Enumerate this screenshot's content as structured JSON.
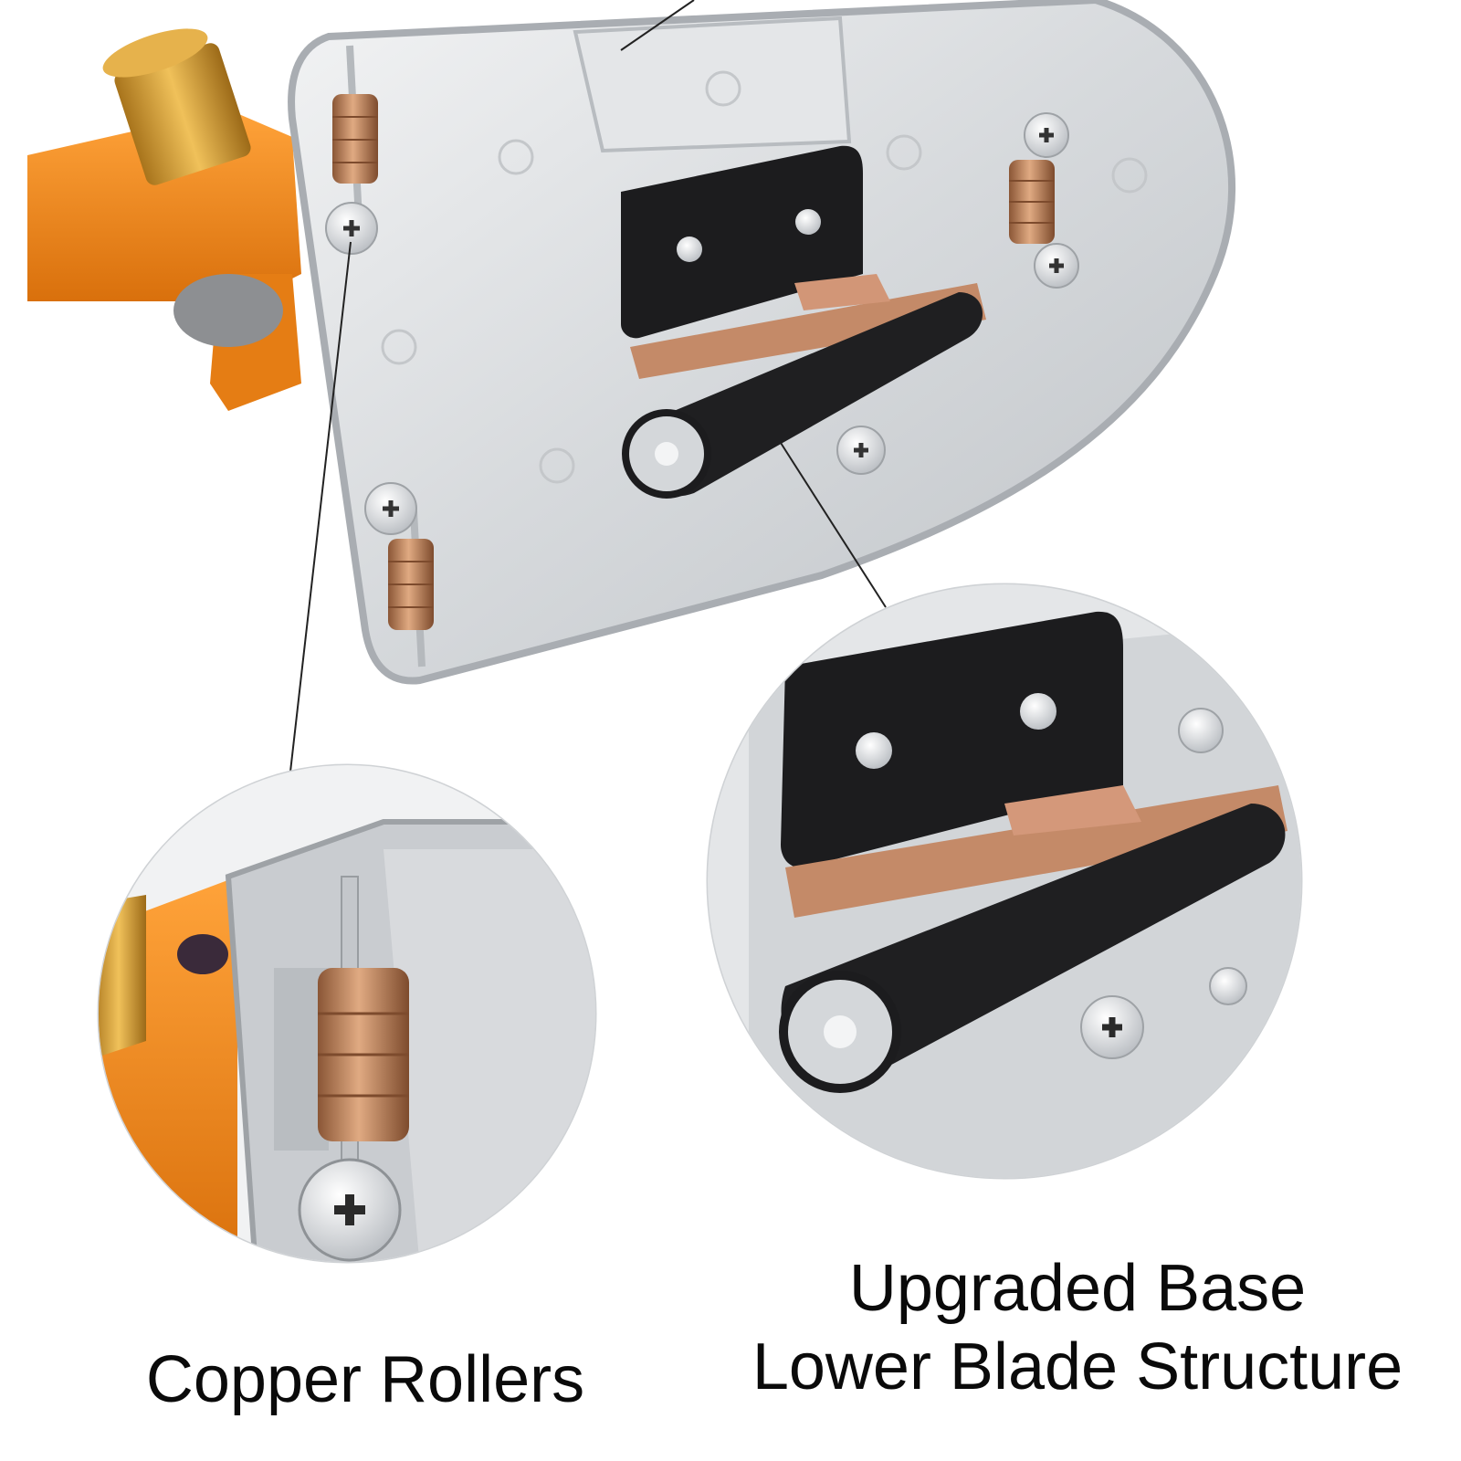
{
  "image": {
    "subject": "product detail photo of a cutting tool base",
    "colors": {
      "plate": "#d9dcdf",
      "plate_edge": "#a9adb2",
      "orange": "#f08a1e",
      "copper": "#c68b5f",
      "blade": "#1c1c1e",
      "screw": "#e3e5e8",
      "gold": "#d6a23a"
    }
  },
  "captions": {
    "left": "Copper Rollers",
    "right_line1": "Upgraded Base",
    "right_line2": "Lower Blade Structure"
  }
}
